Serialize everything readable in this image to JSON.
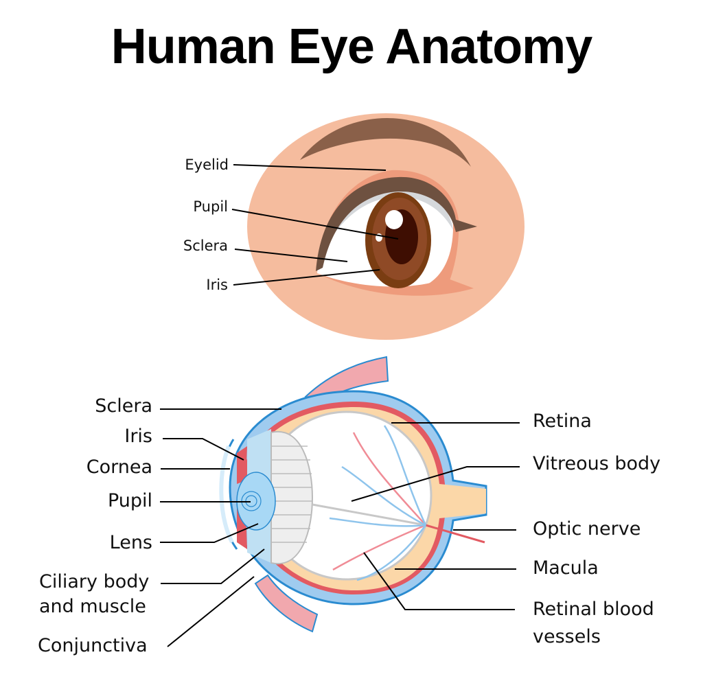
{
  "title": "Human Eye Anatomy",
  "external_view": {
    "labels": {
      "eyelid": "Eyelid",
      "pupil": "Pupil",
      "sclera": "Sclera",
      "iris": "Iris"
    },
    "colors": {
      "skin": "#F5BC9E",
      "eyelid_crease": "#EE9B7C",
      "brow": "#8A6049",
      "lash_line": "#6E5140",
      "sclera": "#FFFFFF",
      "sclera_shadow": "#D5D8DB",
      "iris_outer": "#7A3D12",
      "iris_inner": "#8F4A26",
      "pupil": "#3E0E02"
    }
  },
  "cross_section": {
    "left_labels": {
      "sclera": "Sclera",
      "iris": "Iris",
      "cornea": "Cornea",
      "pupil": "Pupil",
      "lens": "Lens",
      "ciliary_line1": "Ciliary body",
      "ciliary_line2": "and muscle",
      "conjunctiva": "Conjunctiva"
    },
    "right_labels": {
      "retina": "Retina",
      "vitreous": "Vitreous body",
      "optic_nerve": "Optic nerve",
      "macula": "Macula",
      "vessels_line1": "Retinal blood",
      "vessels_line2": "vessels"
    },
    "colors": {
      "sclera_blue": "#9FCBEF",
      "outline_blue": "#2A8BD0",
      "choroid_red": "#E25A62",
      "retina_peach": "#FBD7A8",
      "vessel_red": "#F08C96",
      "vessel_blue": "#8EC4EC",
      "lens_blue": "#A8D8F5",
      "muscle_pink": "#F1A8AE"
    }
  }
}
